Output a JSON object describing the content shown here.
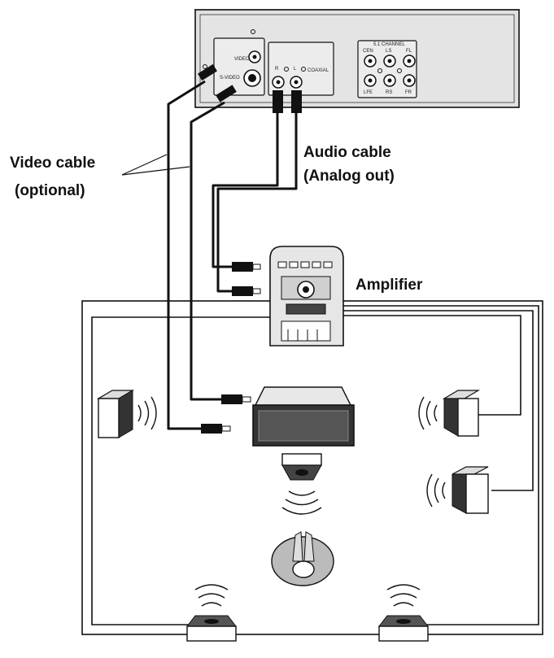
{
  "labels": {
    "video_cable": "Video cable",
    "video_cable_note": "(optional)",
    "audio_cable": "Audio cable",
    "audio_cable_note": "(Analog out)",
    "amplifier": "Amplifier"
  },
  "player_panel": {
    "video": "VIDEO",
    "s_video": "S-VIDEO",
    "right": "R",
    "left": "L",
    "coaxial": "COAXIAL",
    "channel_title": "5.1 CHANNEL",
    "cen": "CEN",
    "ls": "LS",
    "fl": "FL",
    "lfe": "LFE",
    "rs": "RS",
    "fr": "FR"
  }
}
